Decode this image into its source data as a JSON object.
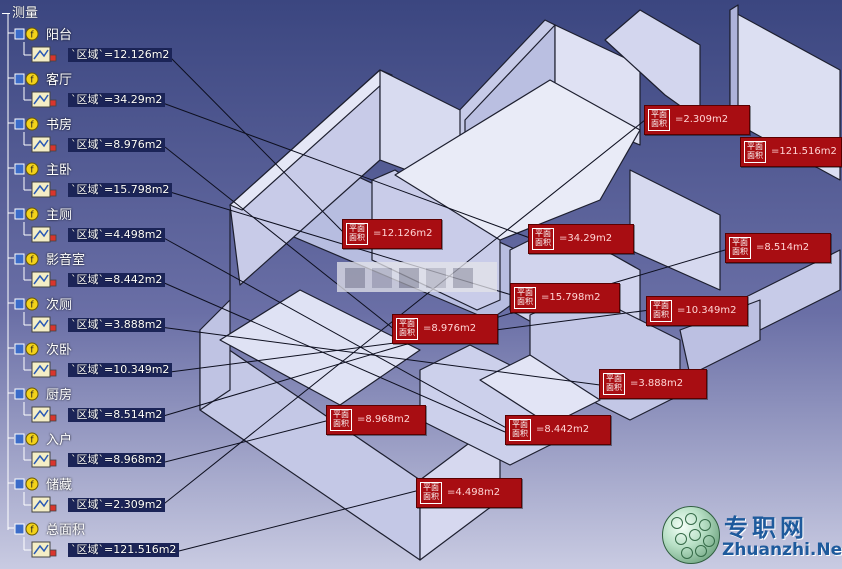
{
  "tree": {
    "root": "测量",
    "rooms": [
      {
        "name": "阳台",
        "measure": "`区域`=12.126m2"
      },
      {
        "name": "客厅",
        "measure": "`区域`=34.29m2"
      },
      {
        "name": "书房",
        "measure": "`区域`=8.976m2"
      },
      {
        "name": "主卧",
        "measure": "`区域`=15.798m2"
      },
      {
        "name": "主厕",
        "measure": "`区域`=4.498m2"
      },
      {
        "name": "影音室",
        "measure": "`区域`=8.442m2"
      },
      {
        "name": "次厕",
        "measure": "`区域`=3.888m2"
      },
      {
        "name": "次卧",
        "measure": "`区域`=10.349m2"
      },
      {
        "name": "厨房",
        "measure": "`区域`=8.514m2"
      },
      {
        "name": "入户",
        "measure": "`区域`=8.968m2"
      },
      {
        "name": "储藏",
        "measure": "`区域`=2.309m2"
      },
      {
        "name": "总面积",
        "measure": "`区域`=121.516m2"
      }
    ]
  },
  "area_labels": [
    {
      "value": "=12.126m2"
    },
    {
      "value": "=34.29m2"
    },
    {
      "value": "=8.976m2"
    },
    {
      "value": "=15.798m2"
    },
    {
      "value": "=4.498m2"
    },
    {
      "value": "=8.442m2"
    },
    {
      "value": "=3.888m2"
    },
    {
      "value": "=10.349m2"
    },
    {
      "value": "=8.514m2"
    },
    {
      "value": "=8.968m2"
    },
    {
      "value": "=2.309m2"
    },
    {
      "value": "=121.516m2"
    }
  ],
  "area_glyph": "平面 面积",
  "watermark": {
    "cn": "专职网",
    "en": "Zhuanzhi.Net"
  },
  "colors": {
    "background_top": "#3b4680",
    "background_bottom": "#c9cbe2",
    "wall": "#cfd2ec",
    "label_box": "#a80d12",
    "tree_text_bg": "#1b2457"
  },
  "icons": [
    "measure-tree-icon",
    "pin-icon",
    "area-measure-icon",
    "zhuanzhi-logo"
  ]
}
